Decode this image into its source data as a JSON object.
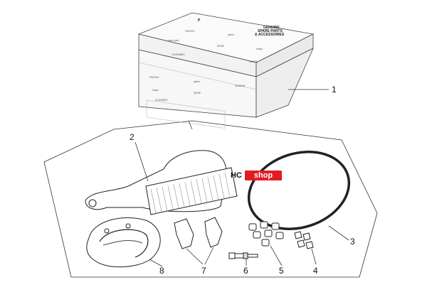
{
  "box": {
    "brand_line1": "GENUINE",
    "brand_line2": "SPARE PARTS",
    "brand_line3": "& ACCESSORIES",
    "logos": [
      "PIAGGIO",
      "aprilia",
      "moto guzzi",
      "DERBI",
      "Vespa",
      "SCARABEO",
      "GILERA"
    ]
  },
  "watermark": {
    "left": "HC",
    "right": "shop",
    "accent_color": "#e31b23"
  },
  "callouts": [
    "1",
    "2",
    "3",
    "4",
    "5",
    "6",
    "7",
    "8"
  ]
}
